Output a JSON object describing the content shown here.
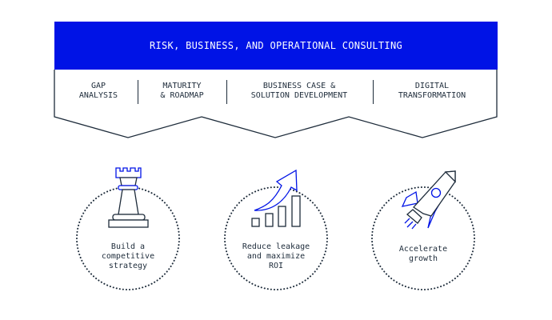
{
  "banner": {
    "title": "RISK, BUSINESS, AND OPERATIONAL CONSULTING",
    "color": "#0013e6"
  },
  "steps": [
    {
      "label": "GAP\nANALYSIS"
    },
    {
      "label": "MATURITY\n& ROADMAP"
    },
    {
      "label": "BUSINESS CASE &\nSOLUTION DEVELOPMENT"
    },
    {
      "label": "DIGITAL\nTRANSFORMATION"
    }
  ],
  "outcomes": [
    {
      "label": "Build a\ncompetitive\nstrategy",
      "icon": "chess-rook-icon"
    },
    {
      "label": "Reduce leakage\nand maximize\nROI",
      "icon": "growth-chart-icon"
    },
    {
      "label": "Accelerate\ngrowth",
      "icon": "rocket-icon"
    }
  ],
  "colors": {
    "accent": "#0013e6",
    "line": "#1d2b3a"
  }
}
